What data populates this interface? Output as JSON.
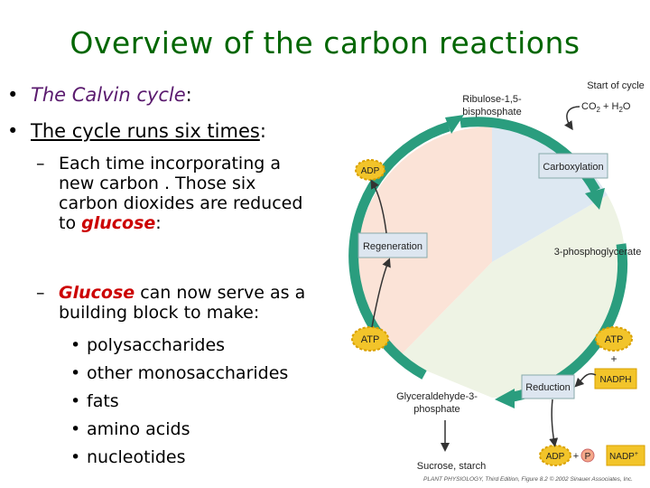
{
  "title": "Overview of the carbon reactions",
  "bullets": {
    "b1_text": "The Calvin cycle",
    "b1_colon": ":",
    "b2_text": "The cycle runs six times",
    "b2_colon": ":",
    "bullet_symbol": "•"
  },
  "sub1": {
    "dash": "–",
    "line1": "Each time incorporating a",
    "line2": "new carbon . Those six",
    "line3": "carbon dioxides are reduced",
    "line4_pre": "to ",
    "line4_em": "glucose",
    "line4_post": ":"
  },
  "sub2": {
    "dash": "–",
    "line1_em": "Glucose",
    "line1_post": " can now serve as a",
    "line2": "building block to make:"
  },
  "products": [
    "polysaccharides",
    "other monosaccharides",
    "fats",
    "amino acids",
    "nucleotides"
  ],
  "diagram": {
    "ribulose1": "Ribulose-1,5-",
    "ribulose2": "bisphosphate",
    "start": "Start of cycle",
    "co2": "CO",
    "co2_sub": "2",
    "plus": " + ",
    "h2o": "H",
    "h2o_sub": "2",
    "h2o_o": "O",
    "carboxylation": "Carboxylation",
    "regeneration": "Regeneration",
    "pga": "3-phosphoglycerate",
    "reduction": "Reduction",
    "g3p1": "Glyceraldehyde-3-",
    "g3p2": "phosphate",
    "sucrose": "Sucrose, starch",
    "adp": "ADP",
    "atp": "ATP",
    "plus_sign": "+",
    "nadph": "NADPH",
    "p": "P",
    "nadp": "NADP",
    "nadp_sup": "+",
    "credit": "PLANT PHYSIOLOGY, Third Edition, Figure 8.2 © 2002 Sinauer Associates, Inc."
  },
  "colors": {
    "title": "#006600",
    "cycle_arrow": "#2a9d7e",
    "wedge_top": "#dde8f2",
    "wedge_left": "#fbe3d7",
    "wedge_right": "#eef3e4",
    "box": "#dde6f0",
    "sun": "#f2c42a"
  }
}
